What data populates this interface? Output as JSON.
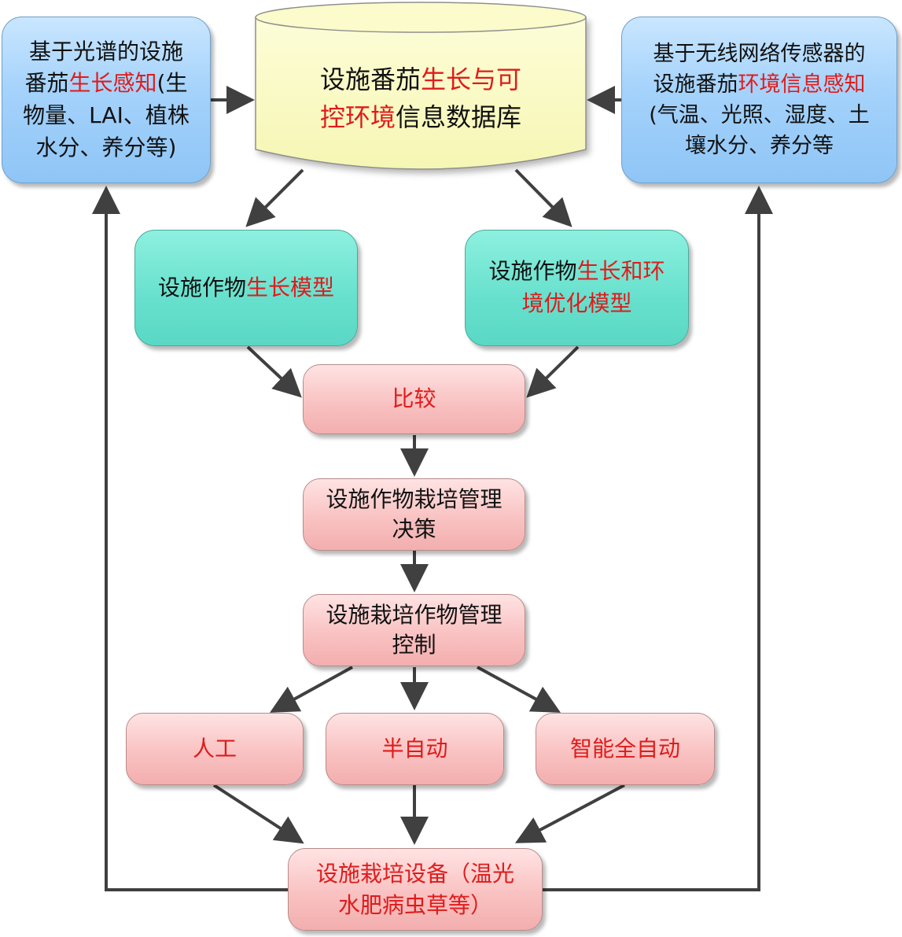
{
  "diagram": {
    "database": {
      "l1_black": "设施番茄",
      "l1_red": "生长与可",
      "l2_red": "控环境",
      "l2_black": "信息数据库"
    },
    "spectral_sensing": {
      "l1": "基于光谱的设施",
      "l2_black": "番茄",
      "l2_red": "生长感知",
      "l2_tail": "(生",
      "l3": "物量、LAI、植株",
      "l4": "水分、养分等)"
    },
    "wireless_sensing": {
      "l1": "基于无线网络传感器的",
      "l2_black": "设施番茄",
      "l2_red": "环境信息感知",
      "l3": "(气温、光照、湿度、土",
      "l4": "壤水分、养分等"
    },
    "growth_model": {
      "black": "设施作物",
      "red": "生长模型"
    },
    "optimization_model": {
      "l1_black": "设施作物",
      "l1_red": "生长和环",
      "l2_red": "境优化模型"
    },
    "compare": "比较",
    "decision": {
      "l1": "设施作物栽培管理",
      "l2": "决策"
    },
    "control": {
      "l1": "设施栽培作物管理",
      "l2": "控制"
    },
    "manual": "人工",
    "semi_auto": "半自动",
    "smart_auto": "智能全自动",
    "equipment": {
      "l1": "设施栽培设备（温光",
      "l2": "水肥病虫草等）"
    }
  },
  "colors": {
    "highlight_text": "#e01b1b",
    "arrow": "#404040",
    "sensing_box": "#9fd0fa",
    "model_box": "#66e0cd",
    "process_box": "#f8bebe",
    "database": "#fbfbc4"
  }
}
